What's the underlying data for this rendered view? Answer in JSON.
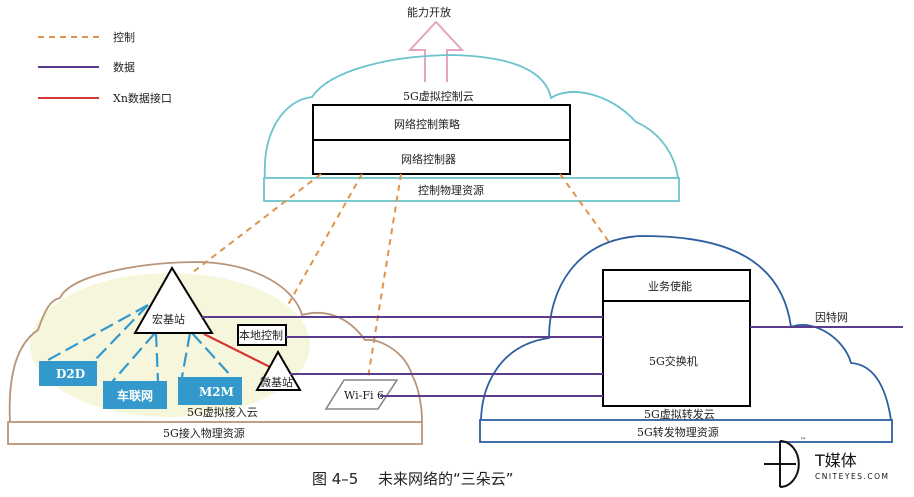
{
  "legend": {
    "items": [
      {
        "label": "控制",
        "style": "dashed",
        "color": "#e0944a"
      },
      {
        "label": "数据",
        "style": "solid",
        "color": "#5b3b8c"
      },
      {
        "label": "Xn数据接口",
        "style": "solid",
        "color": "#d23a33"
      }
    ]
  },
  "top": {
    "capability_label": "能力开放",
    "cloud_label": "5G虚拟控制云",
    "policy_box": "网络控制策略",
    "controller_box": "网络控制器",
    "physical_resource": "控制物理资源",
    "cloud_color": "#6cc3cc",
    "arrow_color": "#e4a6c4"
  },
  "access": {
    "macro_station": "宏基站",
    "local_control": "本地控制",
    "micro_station": "微基站",
    "wifi": "Wi-Fi 6",
    "devices": [
      "D2D",
      "车联网",
      "M2M"
    ],
    "cloud_label": "5G虚拟接入云",
    "physical_resource": "5G接入物理资源",
    "cloud_color": "#b8957a",
    "device_color": "#3399cc"
  },
  "forward": {
    "service_box": "业务使能",
    "switch_box": "5G交换机",
    "internet": "因特网",
    "cloud_label": "5G虚拟转发云",
    "physical_resource": "5G转发物理资源",
    "cloud_color": "#2d5fa0"
  },
  "caption": {
    "figure_no": "图 4–5",
    "title": "未来网络的“三朵云”"
  },
  "watermark": {
    "brand": "T媒体",
    "site": "CNITEYES.COM",
    "tm": "™"
  }
}
